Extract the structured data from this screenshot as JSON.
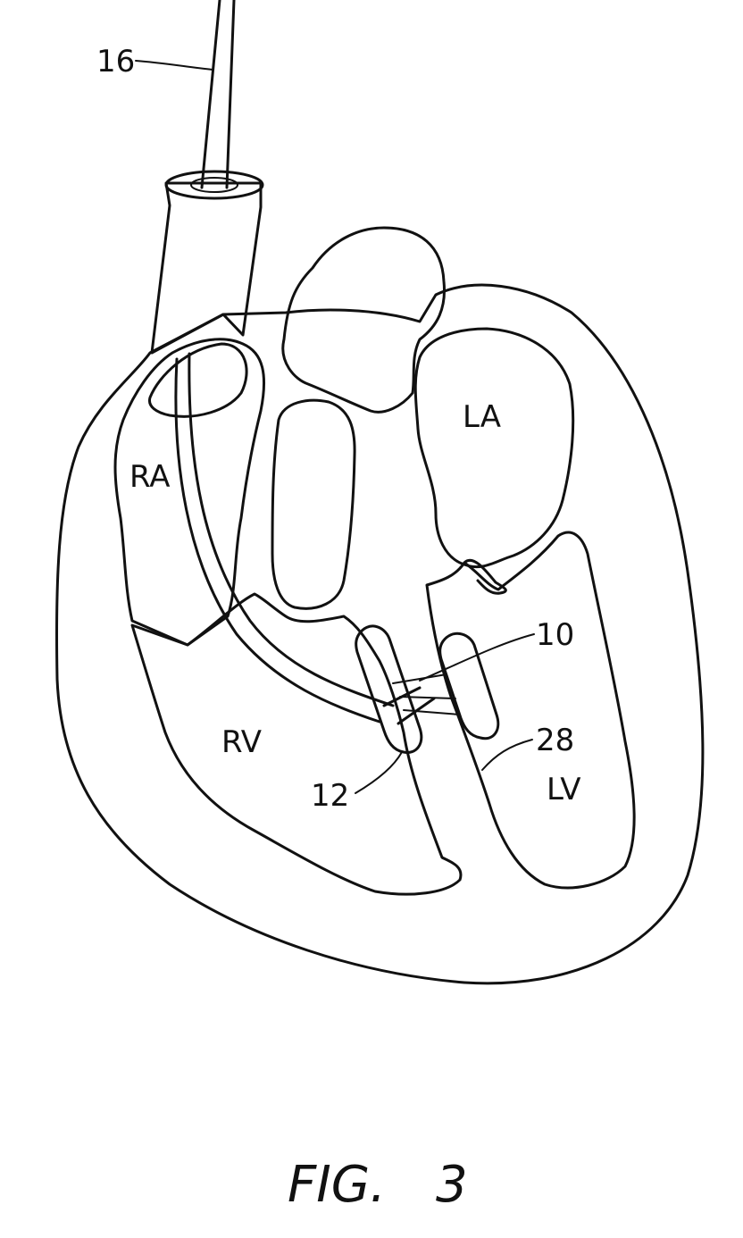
{
  "figure": {
    "chambers": {
      "ra": "RA",
      "rv": "RV",
      "la": "LA",
      "lv": "LV"
    },
    "refs": {
      "r16": "16",
      "r10": "10",
      "r28": "28",
      "r12": "12"
    },
    "caption_fig": "FIG.",
    "caption_num": "3"
  },
  "colors": {
    "ink": "#111111",
    "paper": "#ffffff"
  }
}
